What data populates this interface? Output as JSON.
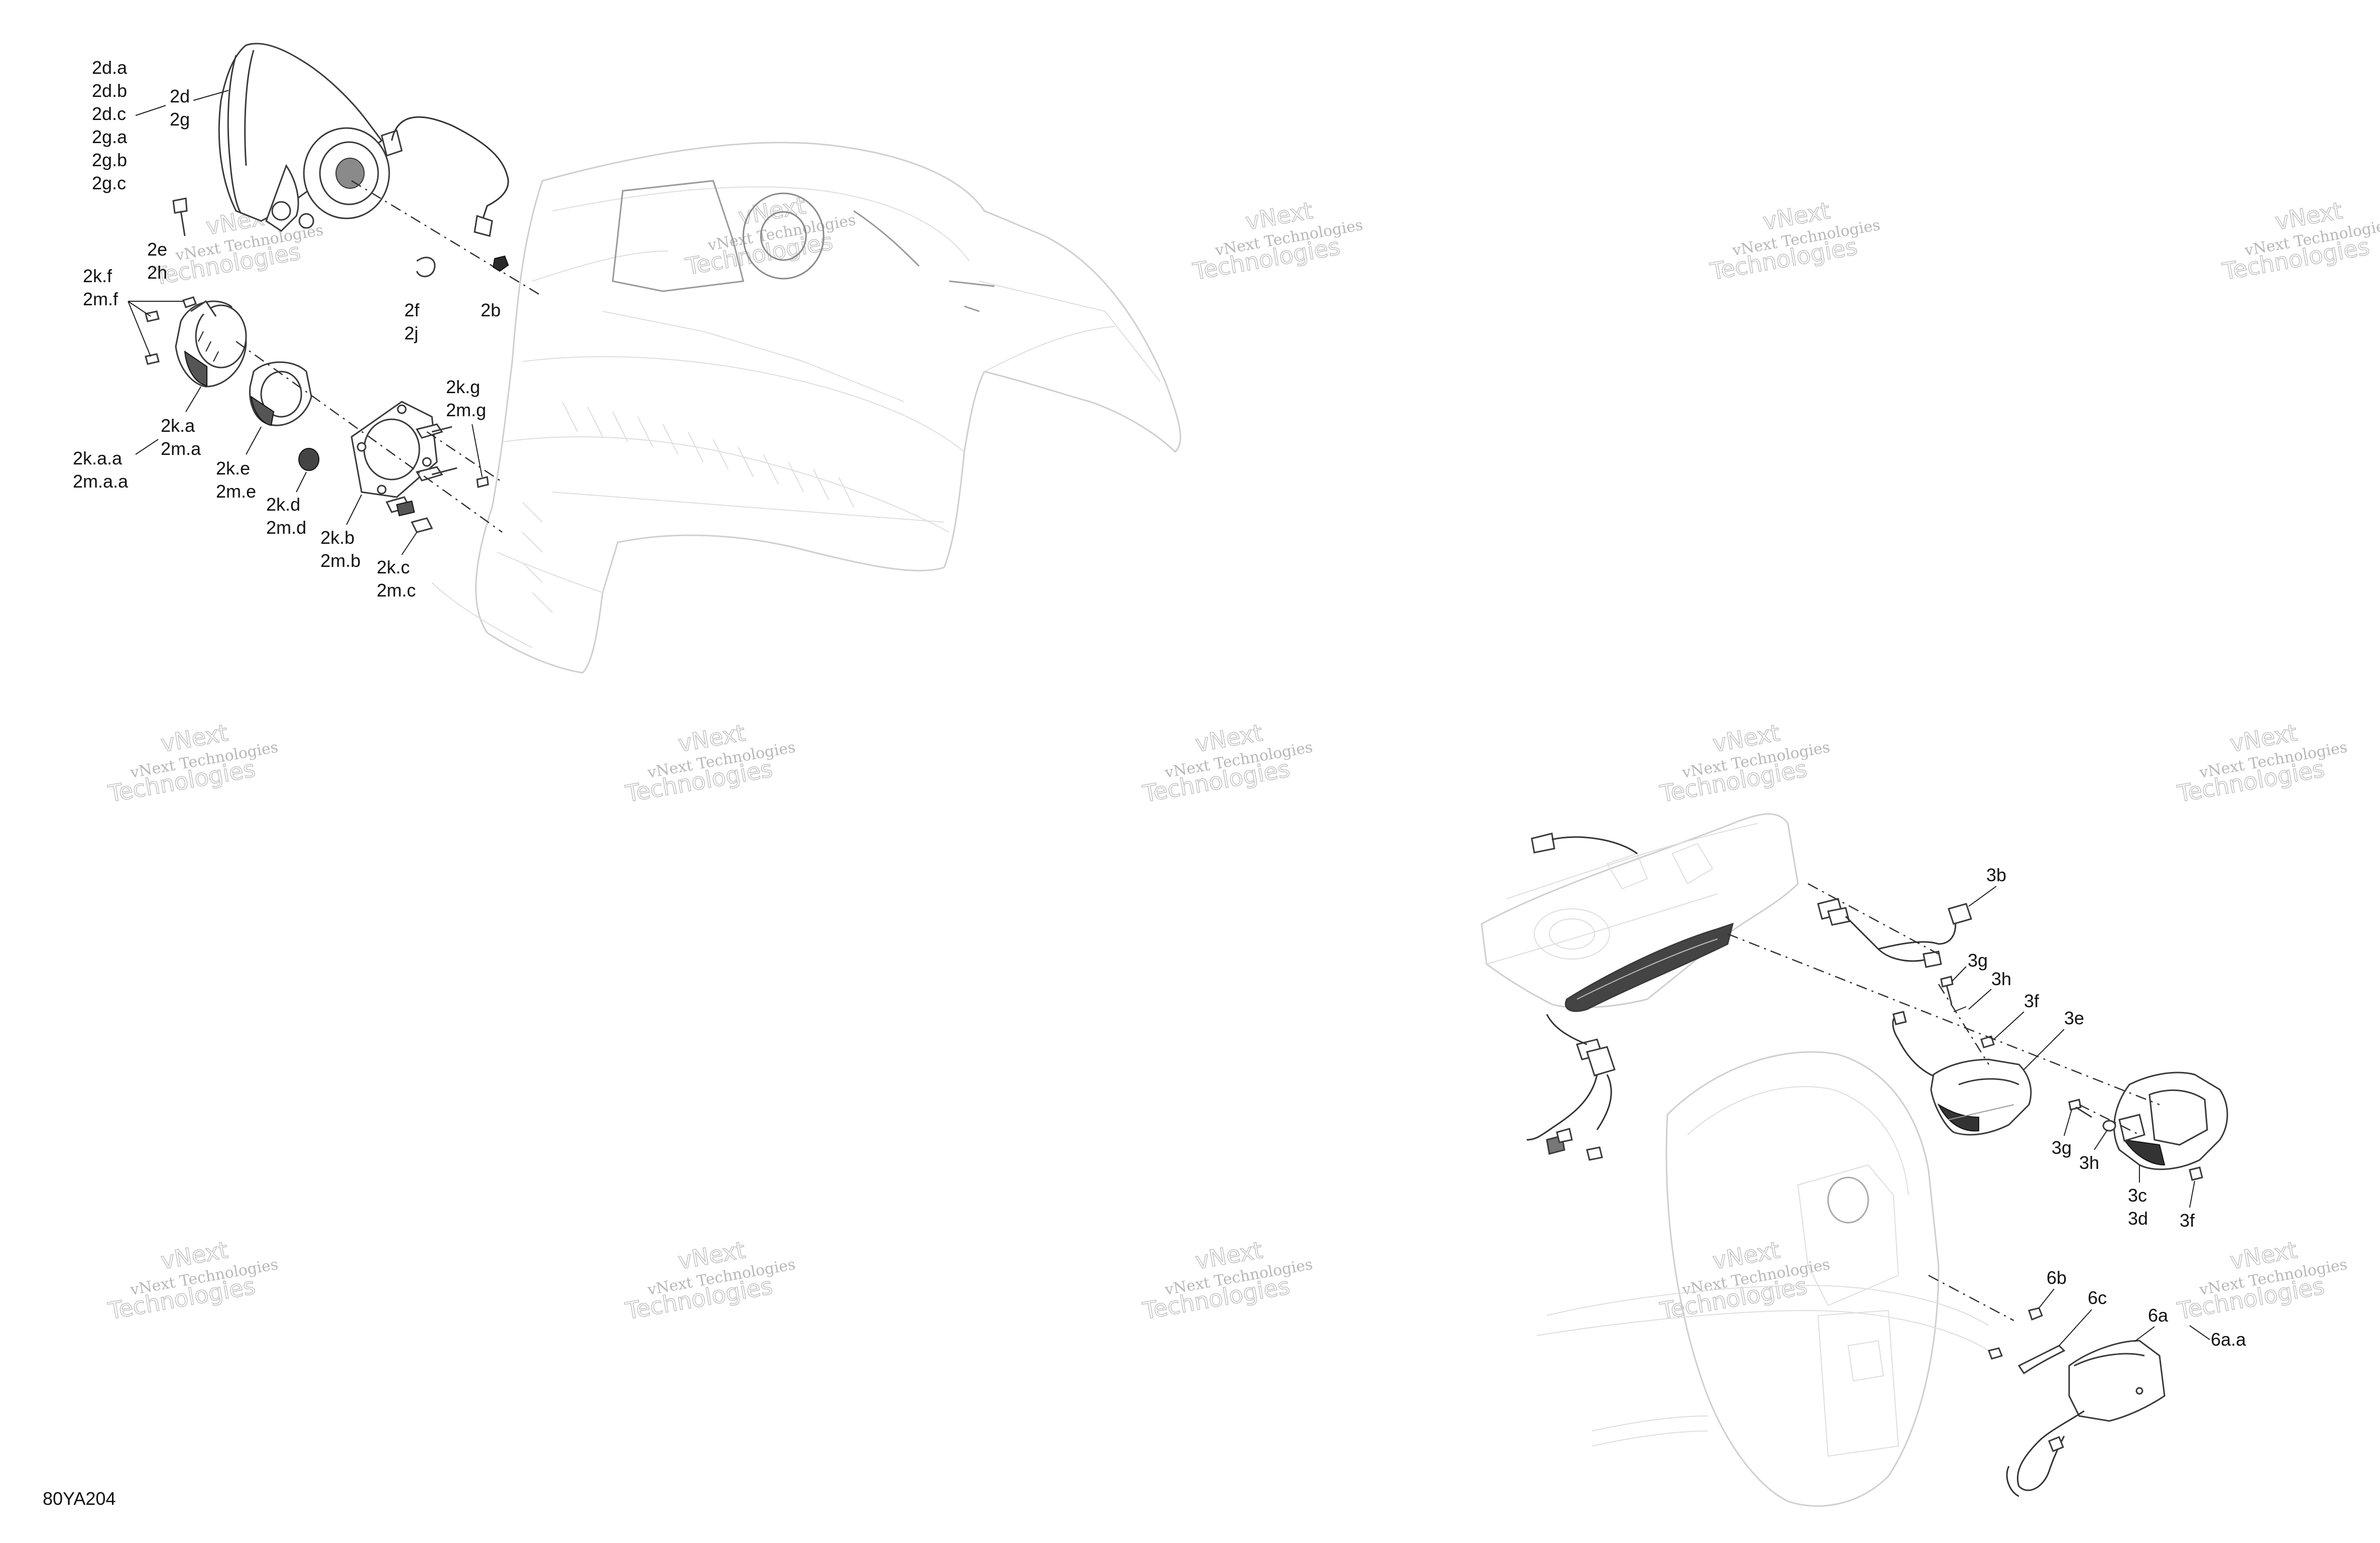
{
  "figure_id": "80YA204",
  "watermark": {
    "line1": "vNext Technologies",
    "line2": "Technologies",
    "line3": "vNext"
  },
  "callouts": {
    "headlight_group": [
      "2d.a",
      "2d.b",
      "2d.c",
      "2g.a",
      "2g.b",
      "2g.c"
    ],
    "headlight": [
      "2d",
      "2g"
    ],
    "screw_2e": [
      "2e",
      "2h"
    ],
    "clip_2f": [
      "2f",
      "2j"
    ],
    "nut_2b": [
      "2b"
    ],
    "screw_2k_f": [
      "2k.f",
      "2m.f"
    ],
    "fog_lamp": [
      "2k.a",
      "2m.a"
    ],
    "fog_assembly": [
      "2k.a.a",
      "2m.a.a"
    ],
    "ring": [
      "2k.e",
      "2m.e"
    ],
    "grommet": [
      "2k.d",
      "2m.d"
    ],
    "bracket": [
      "2k.b",
      "2m.b"
    ],
    "bolt_2k_c": [
      "2k.c",
      "2m.c"
    ],
    "bolt_2k_g": [
      "2k.g",
      "2m.g"
    ],
    "connector_3b": [
      "3b"
    ],
    "screw_3g_upper": [
      "3g"
    ],
    "washer_3h_upper": [
      "3h"
    ],
    "nut_3f_upper": [
      "3f"
    ],
    "tail_light": [
      "3e"
    ],
    "screw_3g_lower": [
      "3g"
    ],
    "washer_3h_lower": [
      "3h"
    ],
    "housing": [
      "3c",
      "3d"
    ],
    "nut_3f_lower": [
      "3f"
    ],
    "nut_6b": [
      "6b"
    ],
    "strap_6c": [
      "6c"
    ],
    "license_light": [
      "6a"
    ],
    "license_light_assy": [
      "6a.a"
    ]
  }
}
